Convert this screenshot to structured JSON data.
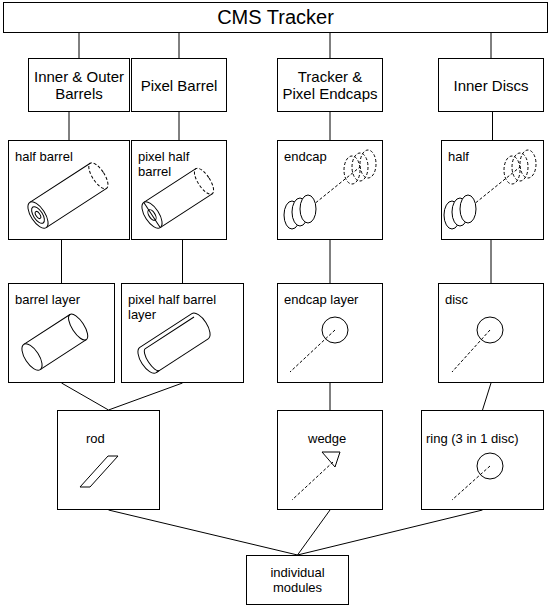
{
  "diagram": {
    "nodes": [
      {
        "text": [
          "CMS Tracker"
        ]
      },
      {
        "text": [
          "Inner & Outer Barrels"
        ]
      },
      {
        "text": [
          "Pixel Barrel"
        ]
      },
      {
        "text": [
          "Tracker & Pixel Endcaps"
        ]
      },
      {
        "text": [
          "Inner Discs"
        ]
      },
      {
        "text": [
          "half barrel"
        ]
      },
      {
        "text": [
          "pixel half barrel"
        ]
      },
      {
        "text": [
          "endcap"
        ]
      },
      {
        "text": [
          "half"
        ]
      },
      {
        "text": [
          "barrel layer"
        ]
      },
      {
        "text": [
          "pixel half barrel layer"
        ]
      },
      {
        "text": [
          "endcap layer"
        ]
      },
      {
        "text": [
          "disc"
        ]
      },
      {
        "text": [
          "rod"
        ]
      },
      {
        "text": [
          "wedge"
        ]
      },
      {
        "text": [
          "ring (3 in 1 disc)"
        ]
      },
      {
        "text": [
          "individual modules"
        ]
      }
    ],
    "edges": [
      {
        "from": 0,
        "to": 1,
        "arrow": "none"
      },
      {
        "from": 0,
        "to": 2,
        "arrow": "none"
      },
      {
        "from": 0,
        "to": 3,
        "arrow": "none"
      },
      {
        "from": 0,
        "to": 4,
        "arrow": "none"
      },
      {
        "from": 1,
        "to": 5,
        "arrow": "none"
      },
      {
        "from": 2,
        "to": 6,
        "arrow": "none"
      },
      {
        "from": 3,
        "to": 7,
        "arrow": "none"
      },
      {
        "from": 4,
        "to": 8,
        "arrow": "none"
      },
      {
        "from": 5,
        "to": 9,
        "arrow": "none"
      },
      {
        "from": 6,
        "to": 10,
        "arrow": "none"
      },
      {
        "from": 7,
        "to": 11,
        "arrow": "none"
      },
      {
        "from": 8,
        "to": 12,
        "arrow": "none"
      },
      {
        "from": 9,
        "to": 13,
        "arrow": "none"
      },
      {
        "from": 10,
        "to": 13,
        "arrow": "none"
      },
      {
        "from": 11,
        "to": 14,
        "arrow": "none"
      },
      {
        "from": 12,
        "to": 15,
        "arrow": "none"
      },
      {
        "from": 13,
        "to": 16,
        "arrow": "none"
      },
      {
        "from": 14,
        "to": 16,
        "arrow": "none"
      },
      {
        "from": 15,
        "to": 16,
        "arrow": "none"
      }
    ]
  }
}
